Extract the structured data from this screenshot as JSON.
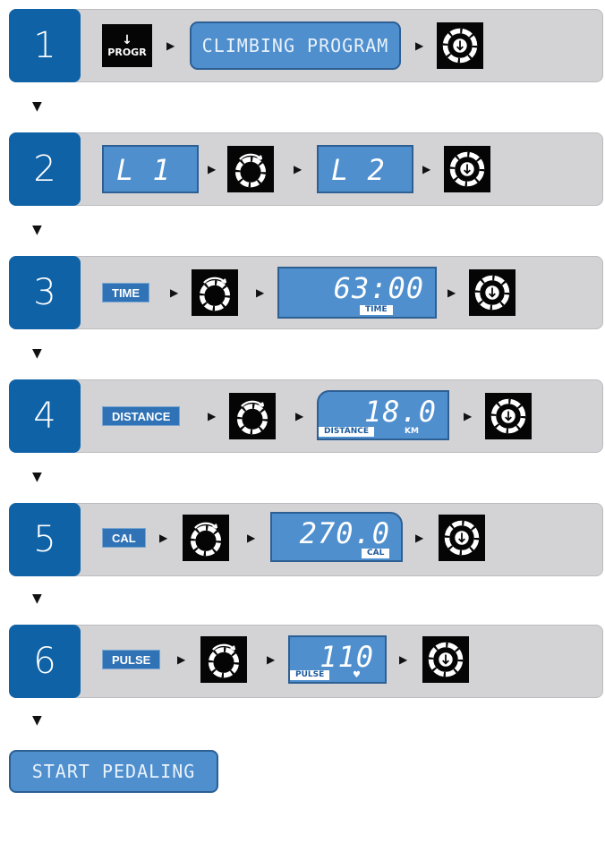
{
  "steps": [
    {
      "number": "1",
      "progr_arrow": "↓",
      "progr_label": "PROGR",
      "display": "CLIMBING PROGRAM"
    },
    {
      "number": "2",
      "display_a": "L  1",
      "display_b": "L  2"
    },
    {
      "number": "3",
      "key": "TIME",
      "value": "63:00",
      "tag": "TIME"
    },
    {
      "number": "4",
      "key": "DISTANCE",
      "value": "18.0",
      "tag": "DISTANCE",
      "unit": "KM"
    },
    {
      "number": "5",
      "key": "CAL",
      "value": "270.0",
      "tag": "CAL"
    },
    {
      "number": "6",
      "key": "PULSE",
      "value": "110",
      "tag": "PULSE",
      "heart": "♥"
    }
  ],
  "arrow_right": "▶",
  "arrow_down": "▼",
  "final": {
    "label": "START PEDALING"
  },
  "icons": {
    "enter": "enter-dial-icon",
    "rotate": "rotary-dial-icon"
  },
  "colors": {
    "step_blue": "#0f62a6",
    "lcd_blue": "#4f8fce",
    "bar_grey": "#d3d3d6"
  }
}
